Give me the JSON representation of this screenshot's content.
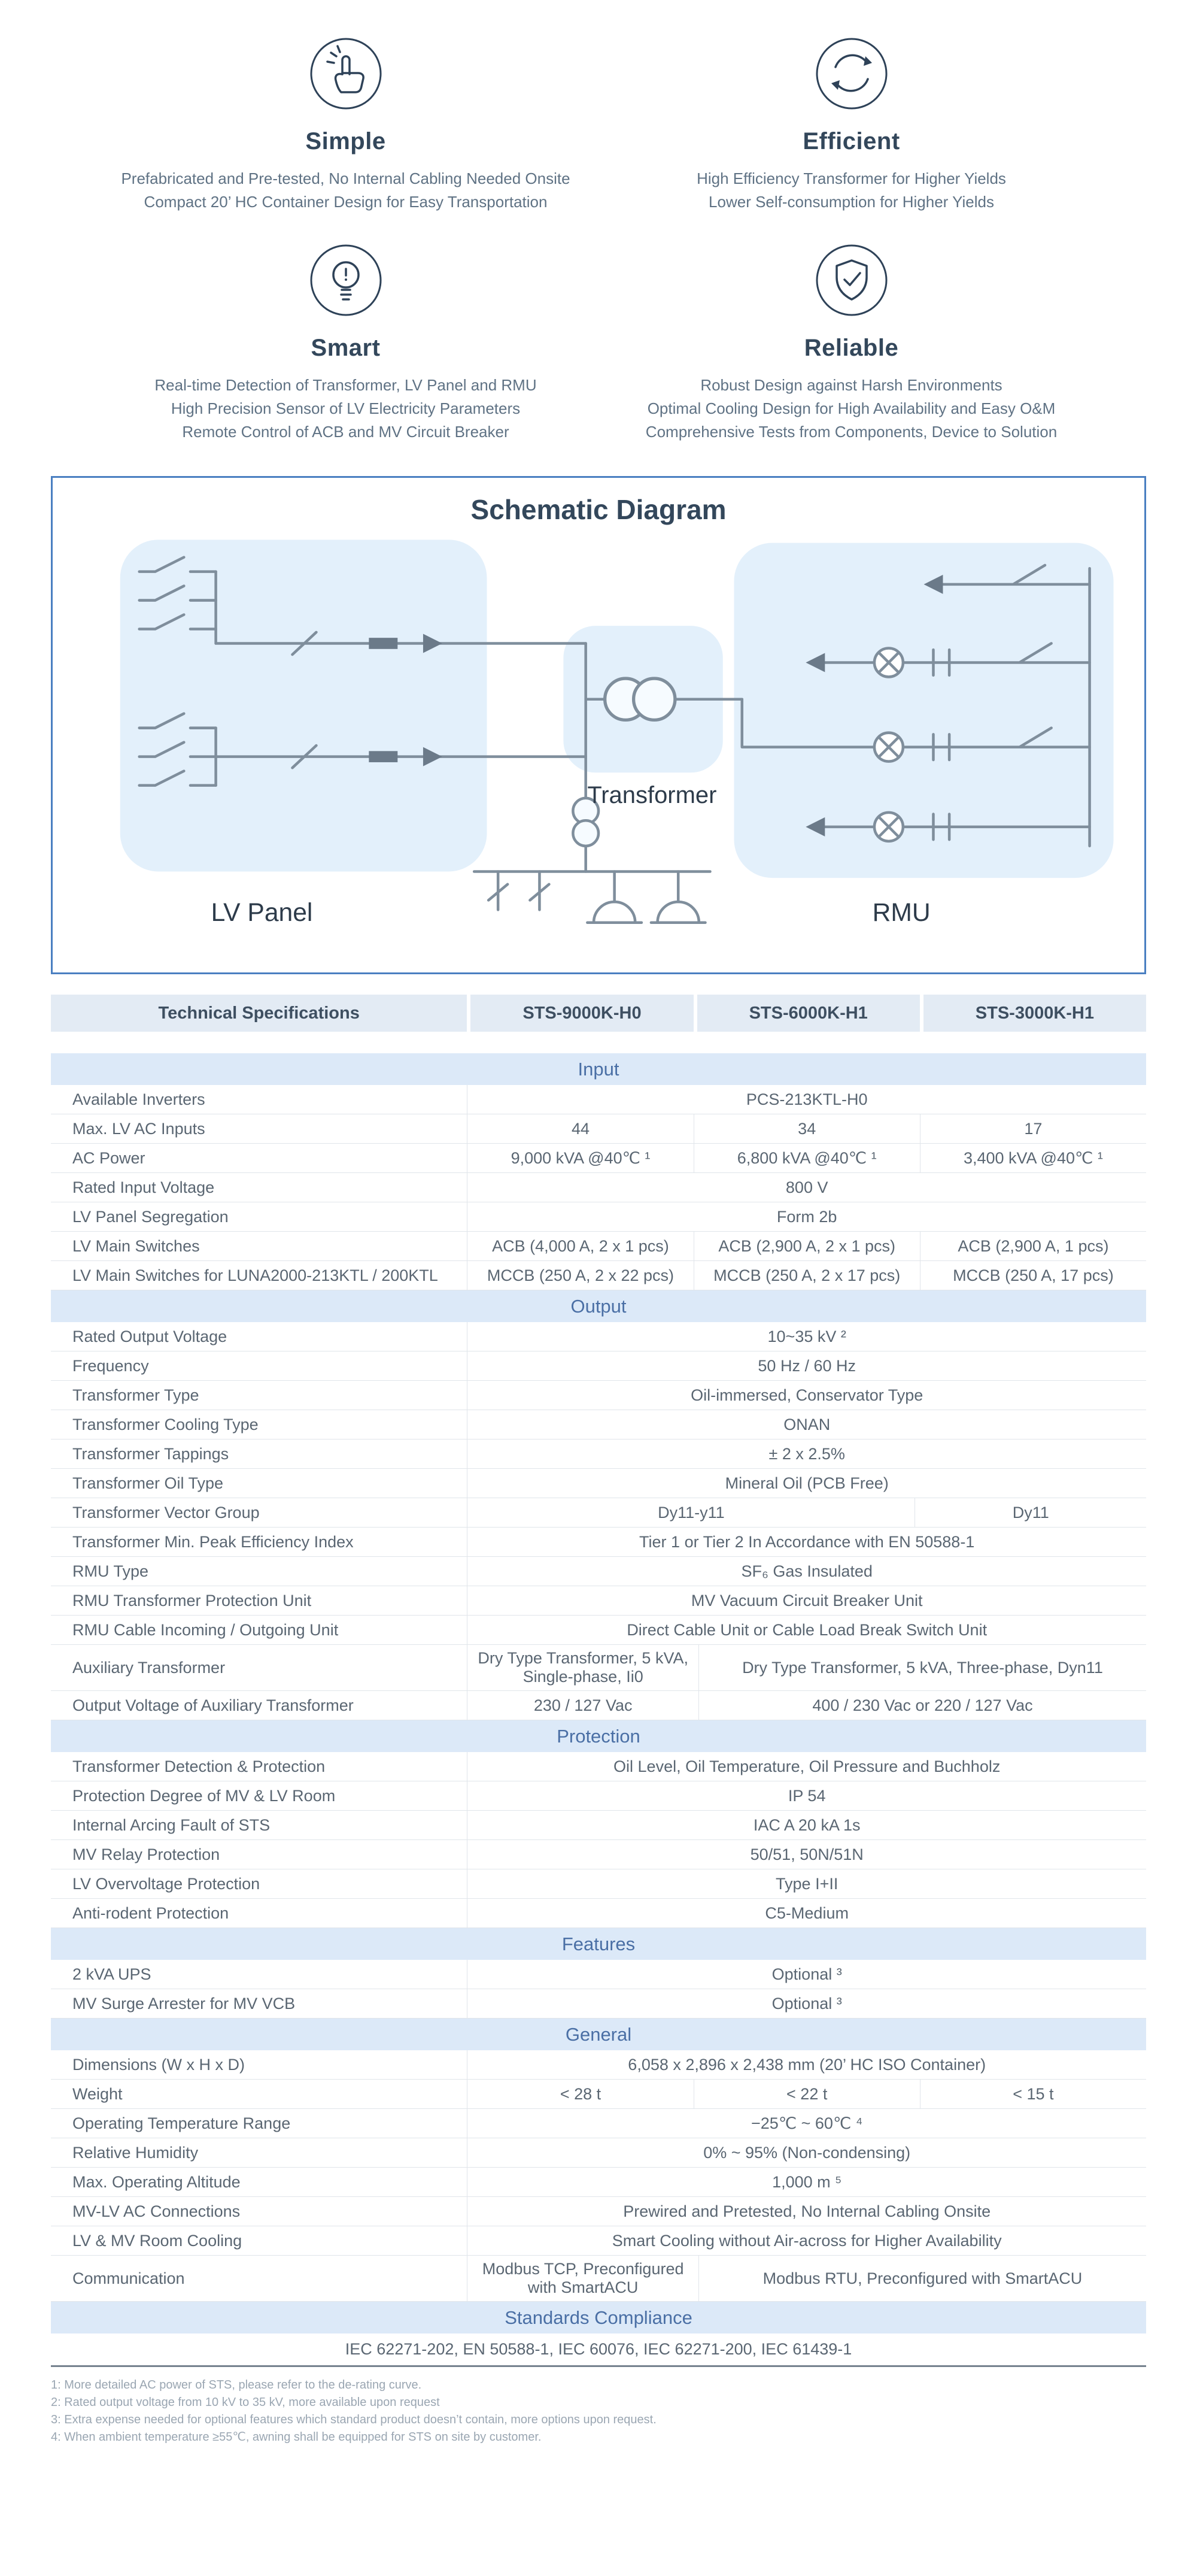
{
  "features": {
    "items": [
      {
        "title": "Simple",
        "icon": "tap-icon",
        "lines": [
          "Prefabricated and Pre-tested, No Internal Cabling Needed Onsite",
          "Compact 20’ HC Container Design for Easy Transportation"
        ]
      },
      {
        "title": "Efficient",
        "icon": "efficiency-cycle-icon",
        "lines": [
          "High Efficiency Transformer for Higher Yields",
          "Lower Self-consumption for Higher Yields"
        ]
      },
      {
        "title": "Smart",
        "icon": "bulb-icon",
        "lines": [
          "Real-time Detection of Transformer, LV Panel and RMU",
          "High Precision Sensor of LV Electricity Parameters",
          "Remote Control of ACB and MV Circuit Breaker"
        ]
      },
      {
        "title": "Reliable",
        "icon": "shield-check-icon",
        "lines": [
          "Robust Design against Harsh Environments",
          "Optimal Cooling Design for High Availability and Easy O&M",
          "Comprehensive Tests from Components, Device to Solution"
        ]
      }
    ]
  },
  "schematic": {
    "title": "Schematic Diagram",
    "labels": {
      "lv_panel": "LV Panel",
      "transformer": "Transformer",
      "rmu": "RMU"
    },
    "colors": {
      "border": "#4a7fc1",
      "highlight": "#e3f0fb",
      "wire": "#7f8e9c"
    }
  },
  "table": {
    "header": [
      "Technical Specifications",
      "STS-9000K-H0",
      "STS-6000K-H1",
      "STS-3000K-H1"
    ],
    "rows": [
      {
        "section": "Input"
      },
      {
        "label": "Available Inverters",
        "cells": [
          {
            "t": "PCS-213KTL-H0",
            "s": 3
          }
        ]
      },
      {
        "label": "Max. LV AC Inputs",
        "cells": [
          {
            "t": "44"
          },
          {
            "t": "34"
          },
          {
            "t": "17"
          }
        ]
      },
      {
        "label": "AC Power",
        "cells": [
          {
            "t": "9,000 kVA @40℃ ¹"
          },
          {
            "t": "6,800 kVA @40℃ ¹"
          },
          {
            "t": "3,400 kVA @40℃ ¹"
          }
        ]
      },
      {
        "label": "Rated Input Voltage",
        "cells": [
          {
            "t": "800 V",
            "s": 3
          }
        ]
      },
      {
        "label": "LV Panel Segregation",
        "cells": [
          {
            "t": "Form 2b",
            "s": 3
          }
        ]
      },
      {
        "label": "LV Main Switches",
        "cells": [
          {
            "t": "ACB (4,000 A, 2 x 1 pcs)"
          },
          {
            "t": "ACB (2,900 A, 2 x 1 pcs)"
          },
          {
            "t": "ACB (2,900 A, 1 pcs)"
          }
        ]
      },
      {
        "label": "LV Main Switches for LUNA2000-213KTL / 200KTL",
        "cells": [
          {
            "t": "MCCB (250 A, 2 x 22 pcs)"
          },
          {
            "t": "MCCB (250 A, 2 x 17 pcs)"
          },
          {
            "t": "MCCB (250 A, 17 pcs)"
          }
        ]
      },
      {
        "section": "Output"
      },
      {
        "label": "Rated Output Voltage",
        "cells": [
          {
            "t": "10~35 kV ²",
            "s": 3
          }
        ]
      },
      {
        "label": "Frequency",
        "cells": [
          {
            "t": "50 Hz / 60 Hz",
            "s": 3
          }
        ]
      },
      {
        "label": "Transformer Type",
        "cells": [
          {
            "t": "Oil-immersed, Conservator Type",
            "s": 3
          }
        ]
      },
      {
        "label": "Transformer Cooling Type",
        "cells": [
          {
            "t": "ONAN",
            "s": 3
          }
        ]
      },
      {
        "label": "Transformer Tappings",
        "cells": [
          {
            "t": "± 2 x 2.5%",
            "s": 3
          }
        ]
      },
      {
        "label": "Transformer Oil Type",
        "cells": [
          {
            "t": "Mineral Oil (PCB Free)",
            "s": 3
          }
        ]
      },
      {
        "label": "Transformer Vector Group",
        "cells": [
          {
            "t": "Dy11-y11",
            "s": 2
          },
          {
            "t": "Dy11",
            "s": 1
          }
        ]
      },
      {
        "label": "Transformer Min. Peak Efficiency Index",
        "cells": [
          {
            "t": "Tier 1 or Tier 2 In Accordance with EN 50588-1",
            "s": 3
          }
        ]
      },
      {
        "label": "RMU Type",
        "cells": [
          {
            "t": "SF₆ Gas Insulated",
            "s": 3
          }
        ]
      },
      {
        "label": "RMU Transformer Protection Unit",
        "cells": [
          {
            "t": "MV Vacuum Circuit Breaker Unit",
            "s": 3
          }
        ]
      },
      {
        "label": "RMU Cable Incoming / Outgoing Unit",
        "cells": [
          {
            "t": "Direct Cable Unit or Cable Load Break Switch Unit",
            "s": 3
          }
        ]
      },
      {
        "label": "Auxiliary Transformer",
        "cells": [
          {
            "t": "Dry Type Transformer, 5 kVA, Single-phase, Ii0",
            "s": 1
          },
          {
            "t": "Dry Type Transformer, 5 kVA, Three-phase, Dyn11",
            "s": 2
          }
        ]
      },
      {
        "label": "Output Voltage of Auxiliary Transformer",
        "cells": [
          {
            "t": "230 / 127 Vac",
            "s": 1
          },
          {
            "t": "400 / 230 Vac or 220 / 127 Vac",
            "s": 2
          }
        ]
      },
      {
        "section": "Protection"
      },
      {
        "label": "Transformer Detection & Protection",
        "cells": [
          {
            "t": "Oil Level, Oil Temperature, Oil Pressure and Buchholz",
            "s": 3
          }
        ]
      },
      {
        "label": "Protection Degree of MV & LV Room",
        "cells": [
          {
            "t": "IP 54",
            "s": 3
          }
        ]
      },
      {
        "label": "Internal Arcing Fault of STS",
        "cells": [
          {
            "t": "IAC A 20 kA 1s",
            "s": 3
          }
        ]
      },
      {
        "label": "MV Relay Protection",
        "cells": [
          {
            "t": "50/51, 50N/51N",
            "s": 3
          }
        ]
      },
      {
        "label": "LV Overvoltage Protection",
        "cells": [
          {
            "t": "Type I+II",
            "s": 3
          }
        ]
      },
      {
        "label": "Anti-rodent Protection",
        "cells": [
          {
            "t": "C5-Medium",
            "s": 3
          }
        ]
      },
      {
        "section": "Features"
      },
      {
        "label": "2 kVA UPS",
        "cells": [
          {
            "t": "Optional ³",
            "s": 3
          }
        ]
      },
      {
        "label": "MV Surge Arrester for MV VCB",
        "cells": [
          {
            "t": "Optional ³",
            "s": 3
          }
        ]
      },
      {
        "section": "General"
      },
      {
        "label": "Dimensions (W x H x D)",
        "cells": [
          {
            "t": "6,058 x 2,896 x 2,438 mm (20’ HC ISO Container)",
            "s": 3
          }
        ]
      },
      {
        "label": "Weight",
        "cells": [
          {
            "t": "< 28 t"
          },
          {
            "t": "< 22 t"
          },
          {
            "t": "< 15 t"
          }
        ]
      },
      {
        "label": "Operating Temperature Range",
        "cells": [
          {
            "t": "−25℃ ~ 60℃ ⁴",
            "s": 3
          }
        ]
      },
      {
        "label": "Relative Humidity",
        "cells": [
          {
            "t": "0% ~ 95% (Non-condensing)",
            "s": 3
          }
        ]
      },
      {
        "label": "Max. Operating Altitude",
        "cells": [
          {
            "t": "1,000 m ⁵",
            "s": 3
          }
        ]
      },
      {
        "label": "MV-LV AC Connections",
        "cells": [
          {
            "t": "Prewired and Pretested, No Internal Cabling Onsite",
            "s": 3
          }
        ]
      },
      {
        "label": "LV & MV Room Cooling",
        "cells": [
          {
            "t": "Smart Cooling without Air-across for Higher Availability",
            "s": 3
          }
        ]
      },
      {
        "label": "Communication",
        "cells": [
          {
            "t": "Modbus TCP, Preconfigured with SmartACU",
            "s": 1
          },
          {
            "t": "Modbus RTU, Preconfigured with SmartACU",
            "s": 2
          }
        ]
      },
      {
        "section": "Standards Compliance"
      },
      {
        "full": "IEC 62271-202, EN 50588-1, IEC 60076, IEC 62271-200, IEC 61439-1"
      }
    ]
  },
  "footnotes": [
    "1: More detailed AC power of STS, please refer to the de-rating curve.",
    "2: Rated output voltage from 10 kV to 35 kV, more available upon request",
    "3: Extra expense needed for optional features which standard product doesn’t contain, more options upon request.",
    "4: When ambient temperature ≥55℃, awning shall be equipped for STS on site by customer."
  ]
}
